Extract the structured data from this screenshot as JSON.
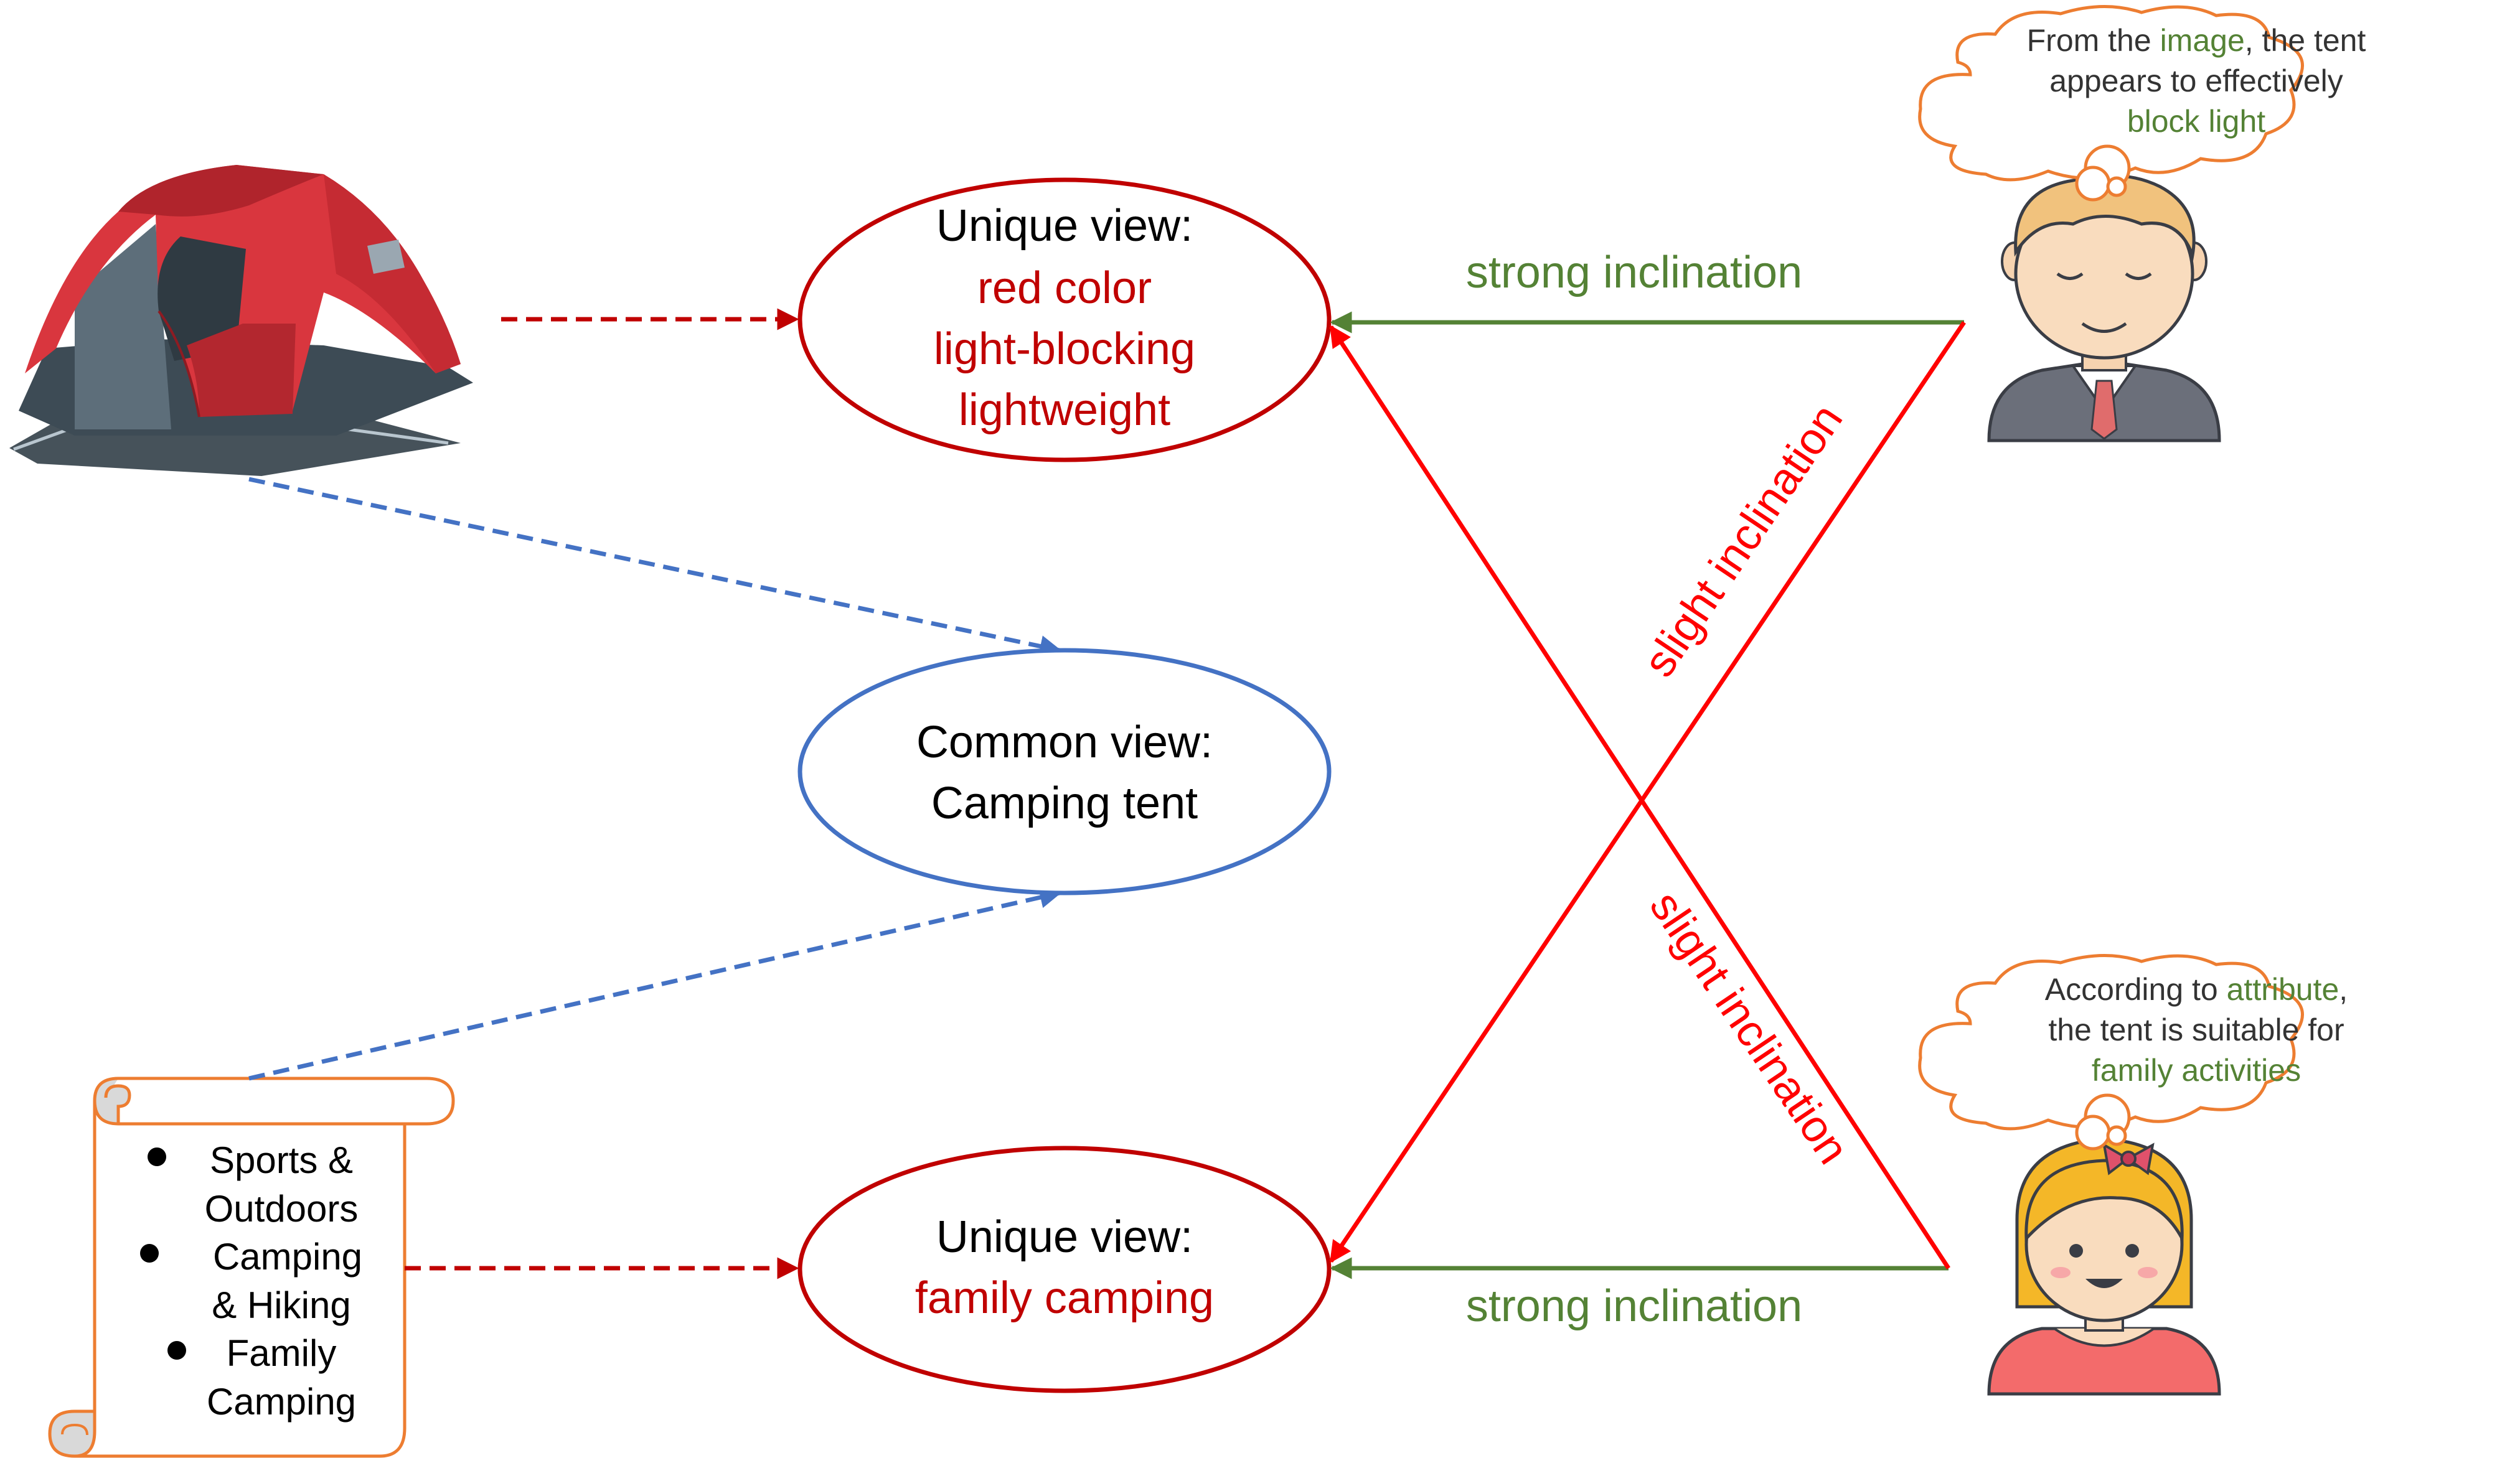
{
  "views": {
    "unique_image": {
      "heading": "Unique view:",
      "lines": [
        "red color",
        "light-blocking",
        "lightweight"
      ]
    },
    "common": {
      "heading": "Common view:",
      "line": "Camping tent"
    },
    "unique_attribute": {
      "heading": "Unique view:",
      "line": "family camping"
    }
  },
  "scroll": {
    "items": [
      "Sports &",
      "Outdoors",
      "Camping",
      "& Hiking",
      "Family",
      "Camping"
    ]
  },
  "edges": {
    "strong_top": "strong inclination",
    "strong_bottom": "strong inclination",
    "slight_up": "slight inclination",
    "slight_down": "slight inclination"
  },
  "thoughts": {
    "man": {
      "line1_pre": "From the ",
      "line1_hl": "image",
      "line1_post": ", the tent",
      "line2": "appears to effectively",
      "line3_hl": "block light"
    },
    "woman": {
      "line1_pre": "According to ",
      "line1_hl": "attribute",
      "line1_post": ",",
      "line2": "the tent is suitable for",
      "line3_hl": "family activities"
    }
  },
  "colors": {
    "dark_red": "#c00000",
    "bright_red": "#ff0000",
    "blue": "#4472c4",
    "green": "#548235",
    "orange": "#ed7d31",
    "text": "#000000"
  },
  "icons": [
    "tent-image",
    "scroll-icon",
    "man-avatar-icon",
    "woman-avatar-icon",
    "thought-cloud-icon"
  ]
}
